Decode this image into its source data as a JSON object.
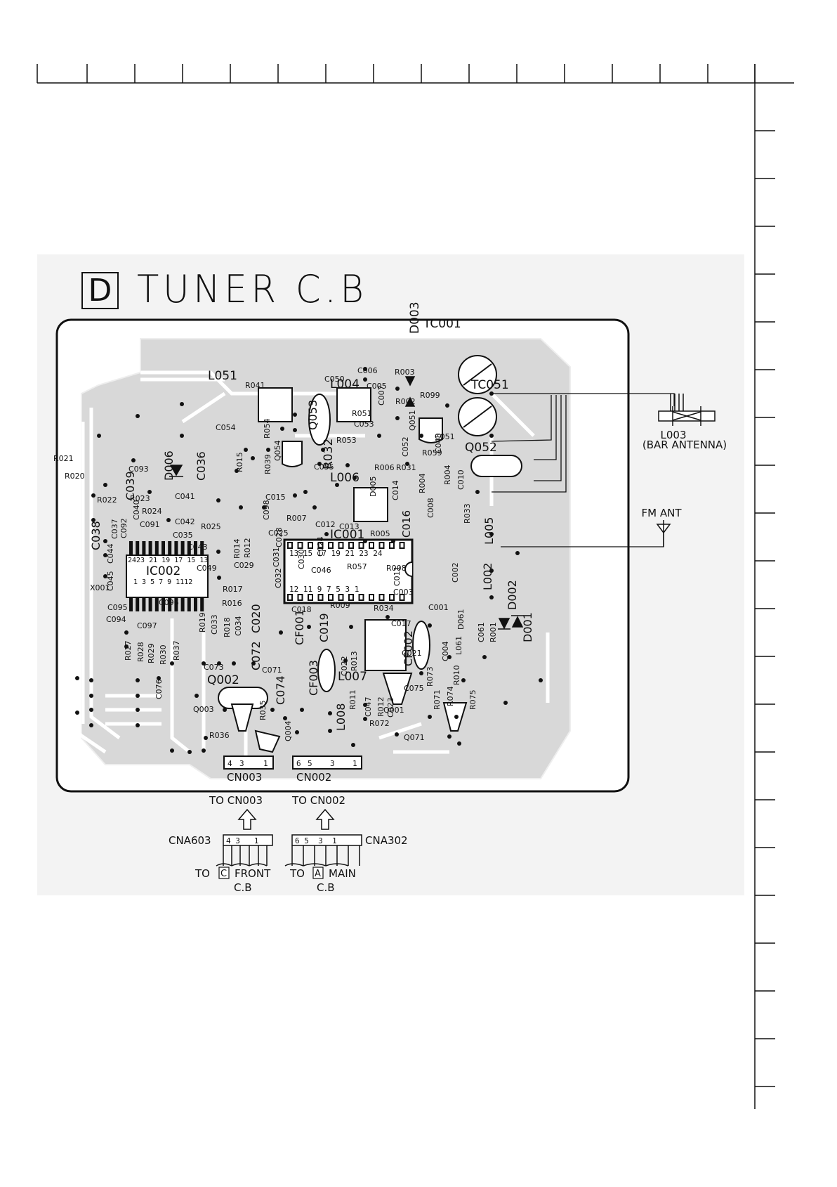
{
  "title": {
    "box_letter": "D",
    "text": "TUNER C.B"
  },
  "antennas": {
    "bar_ref": "L003",
    "bar_label": "(BAR ANTENNA)",
    "fm_label": "FM ANT"
  },
  "connectors": {
    "cn003": "CN003",
    "cn002": "CN002",
    "cn003_pins": [
      "4",
      "3",
      "",
      "1"
    ],
    "cn002_pins": [
      "6",
      "5",
      "",
      "3",
      "",
      "1"
    ],
    "to_cn003": "TO CN003",
    "to_cn002": "TO CN002",
    "cna603": "CNA603",
    "cna302": "CNA302",
    "cna603_pins": "4 3   1",
    "cna302_pins": "6 5  3  1",
    "dest_front": {
      "prefix": "TO",
      "box": "C",
      "text": "FRONT",
      "sub": "C.B"
    },
    "dest_main": {
      "prefix": "TO",
      "box": "A",
      "text": "MAIN",
      "sub": "C.B"
    }
  },
  "ics": {
    "ic001": "IC001",
    "ic001_top_pins": "13  15  17  19  21  23 24",
    "ic001_bottom_pins": "12 11   9   7   5   3   1",
    "ic002": "IC002",
    "ic002_top_pins": "2423 21 19 17 15 13",
    "ic002_bottom_pins": "1  3  5  7  9 1112"
  },
  "components_h": [
    [
      "TC001",
      603,
      466,
      17
    ],
    [
      "TC051",
      671,
      553,
      17
    ],
    [
      "L051",
      296,
      540,
      17
    ],
    [
      "L004",
      470,
      552,
      17
    ],
    [
      "L006",
      470,
      685,
      17
    ],
    [
      "L007",
      481,
      968,
      17
    ],
    [
      "Q052",
      662,
      642,
      17
    ],
    [
      "Q002",
      295,
      973,
      17
    ],
    [
      "R041",
      349,
      552,
      11
    ],
    [
      "C050",
      462,
      543,
      11
    ],
    [
      "C006",
      509,
      531,
      11
    ],
    [
      "R003",
      562,
      533,
      11
    ],
    [
      "C005",
      522,
      553,
      11
    ],
    [
      "R099",
      598,
      566,
      11
    ],
    [
      "R002",
      563,
      575,
      11
    ],
    [
      "R051",
      501,
      592,
      11
    ],
    [
      "C053",
      504,
      607,
      11
    ],
    [
      "C054",
      307,
      612,
      11
    ],
    [
      "R053",
      479,
      630,
      11
    ],
    [
      "C051",
      619,
      625,
      11
    ],
    [
      "R059",
      601,
      648,
      11
    ],
    [
      "C055",
      447,
      668,
      11
    ],
    [
      "R006",
      533,
      669,
      11
    ],
    [
      "R031",
      564,
      669,
      11
    ],
    [
      "C015",
      378,
      711,
      11
    ],
    [
      "R007",
      408,
      741,
      11
    ],
    [
      "C013",
      483,
      753,
      11
    ],
    [
      "C012",
      449,
      750,
      11
    ],
    [
      "R005",
      527,
      763,
      11
    ],
    [
      "R021",
      76,
      656,
      11
    ],
    [
      "R020",
      92,
      681,
      11
    ],
    [
      "C093",
      183,
      671,
      11
    ],
    [
      "R022",
      138,
      715,
      11
    ],
    [
      "R023",
      185,
      713,
      11
    ],
    [
      "C041",
      249,
      710,
      11
    ],
    [
      "R024",
      202,
      731,
      11
    ],
    [
      "C042",
      249,
      746,
      11
    ],
    [
      "C091",
      199,
      750,
      11
    ],
    [
      "R025",
      286,
      753,
      11
    ],
    [
      "C035",
      246,
      765,
      11
    ],
    [
      "C043",
      267,
      782,
      11
    ],
    [
      "C025",
      382,
      762,
      11
    ],
    [
      "C049",
      280,
      812,
      11
    ],
    [
      "C029",
      333,
      808,
      11
    ],
    [
      "C046",
      443,
      815,
      11
    ],
    [
      "R057",
      494,
      810,
      11
    ],
    [
      "R008",
      550,
      812,
      11
    ],
    [
      "R017",
      317,
      842,
      11
    ],
    [
      "R016",
      316,
      862,
      11
    ],
    [
      "C003",
      560,
      846,
      11
    ],
    [
      "R009",
      470,
      865,
      11
    ],
    [
      "R034",
      532,
      869,
      11
    ],
    [
      "C018",
      415,
      871,
      11
    ],
    [
      "C017",
      557,
      891,
      11
    ],
    [
      "C001",
      610,
      868,
      11
    ],
    [
      "C095",
      153,
      868,
      11
    ],
    [
      "C096",
      226,
      861,
      11
    ],
    [
      "C094",
      151,
      885,
      11
    ],
    [
      "C097",
      195,
      894,
      11
    ],
    [
      "C021",
      572,
      933,
      11
    ],
    [
      "C073",
      290,
      953,
      11
    ],
    [
      "C071",
      373,
      957,
      11
    ],
    [
      "C075",
      575,
      983,
      11
    ],
    [
      "Q003",
      275,
      1013,
      11
    ],
    [
      "Q001",
      546,
      1014,
      11
    ],
    [
      "R072",
      526,
      1033,
      11
    ],
    [
      "R036",
      298,
      1050,
      11
    ],
    [
      "Q071",
      575,
      1053,
      11
    ],
    [
      "X001",
      128,
      840,
      11
    ]
  ],
  "components_v": [
    [
      "D003",
      596,
      475,
      17
    ],
    [
      "Q053",
      451,
      612,
      16
    ],
    [
      "R032",
      473,
      668,
      17
    ],
    [
      "D006",
      246,
      684,
      16
    ],
    [
      "C036",
      292,
      684,
      16
    ],
    [
      "C039",
      191,
      712,
      16
    ],
    [
      "C038",
      142,
      783,
      16
    ],
    [
      "L005",
      702,
      775,
      16
    ],
    [
      "L002",
      700,
      840,
      16
    ],
    [
      "D002",
      735,
      868,
      16
    ],
    [
      "D001",
      757,
      914,
      16
    ],
    [
      "C020",
      370,
      901,
      16
    ],
    [
      "CF001",
      432,
      918,
      16
    ],
    [
      "C019",
      467,
      914,
      16
    ],
    [
      "CF002",
      587,
      948,
      16
    ],
    [
      "C072",
      370,
      954,
      16
    ],
    [
      "CF003",
      452,
      990,
      16
    ],
    [
      "C074",
      405,
      1003,
      16
    ],
    [
      "L008",
      491,
      1040,
      16
    ],
    [
      "C016",
      584,
      765,
      15
    ],
    [
      "C002",
      652,
      829,
      11
    ],
    [
      "R015",
      345,
      672,
      11
    ],
    [
      "R039",
      385,
      675,
      11
    ],
    [
      "Q054",
      399,
      656,
      11
    ],
    [
      "R054",
      384,
      624,
      11
    ],
    [
      "C007",
      547,
      577,
      11
    ],
    [
      "Q051",
      591,
      613,
      11
    ],
    [
      "C052",
      581,
      650,
      11
    ],
    [
      "C048",
      628,
      645,
      11
    ],
    [
      "R004",
      605,
      702,
      11
    ],
    [
      "R004b",
      641,
      690,
      11
    ],
    [
      "C010",
      660,
      697,
      11
    ],
    [
      "C014",
      567,
      712,
      11
    ],
    [
      "C008",
      617,
      737,
      11
    ],
    [
      "R033",
      669,
      745,
      11
    ],
    [
      "C098",
      383,
      740,
      11
    ],
    [
      "C028",
      401,
      779,
      11
    ],
    [
      "R012",
      356,
      794,
      11
    ],
    [
      "R014",
      341,
      795,
      11
    ],
    [
      "C031",
      397,
      807,
      11
    ],
    [
      "C030",
      433,
      810,
      11
    ],
    [
      "C024",
      460,
      792,
      11
    ],
    [
      "C011",
      569,
      834,
      11
    ],
    [
      "C032",
      400,
      837,
      11
    ],
    [
      "C040",
      198,
      740,
      11
    ],
    [
      "C037",
      167,
      767,
      11
    ],
    [
      "C092",
      180,
      766,
      11
    ],
    [
      "C044",
      161,
      802,
      11
    ],
    [
      "C045",
      161,
      841,
      11
    ],
    [
      "R019",
      292,
      900,
      11
    ],
    [
      "C033",
      309,
      903,
      11
    ],
    [
      "R018",
      327,
      907,
      11
    ],
    [
      "C034",
      343,
      905,
      11
    ],
    [
      "R027",
      186,
      940,
      11
    ],
    [
      "R028",
      204,
      942,
      11
    ],
    [
      "R029",
      219,
      944,
      11
    ],
    [
      "R030",
      236,
      946,
      11
    ],
    [
      "R037",
      255,
      940,
      11
    ],
    [
      "D061",
      660,
      896,
      11
    ],
    [
      "C061",
      689,
      914,
      11
    ],
    [
      "R001",
      706,
      914,
      11
    ],
    [
      "C076",
      230,
      995,
      11
    ],
    [
      "C022",
      494,
      962,
      11
    ],
    [
      "R013",
      508,
      955,
      11
    ],
    [
      "R011",
      506,
      1010,
      11
    ],
    [
      "C047",
      528,
      1020,
      11
    ],
    [
      "R012b",
      546,
      1020,
      11
    ],
    [
      "C023",
      560,
      1021,
      11
    ],
    [
      "R073",
      616,
      977,
      11
    ],
    [
      "R071",
      626,
      1010,
      11
    ],
    [
      "R010",
      654,
      975,
      11
    ],
    [
      "C004",
      638,
      941,
      11
    ],
    [
      "R074",
      645,
      1005,
      11
    ],
    [
      "R075",
      677,
      1010,
      11
    ],
    [
      "R035",
      378,
      1025,
      11
    ],
    [
      "Q004",
      414,
      1055,
      11
    ],
    [
      "L061",
      657,
      932,
      11
    ],
    [
      "D005",
      535,
      707,
      11
    ]
  ]
}
